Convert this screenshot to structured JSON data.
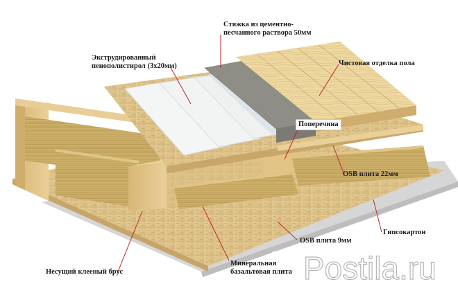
{
  "labels": {
    "screed": [
      "Стяжка из цементно-",
      "песчанного раствора 50мм"
    ],
    "eps": [
      "Экструдированный",
      "пенополистирол (3x20мм)"
    ],
    "finish": "Чистовая отделка пола",
    "crossbar": "Поперечина",
    "osb22": "OSB плита 22мм",
    "drywall": "Гипсокартон",
    "osb9": "OSB плита 9мм",
    "beam": "Несущий клееный брус",
    "mineral": [
      "Минеральная",
      "базальтовая плита"
    ]
  },
  "watermark": "Postila.ru",
  "colors": {
    "leader": "#c0262a",
    "wood": "#e3c98c",
    "osb": "#d9bf86",
    "wool": "#cdb06a",
    "concrete": "#9a9a90",
    "foam": "#f1f3f3",
    "membrane": "#dfe6ea",
    "drywall": "#d9d9d9"
  }
}
